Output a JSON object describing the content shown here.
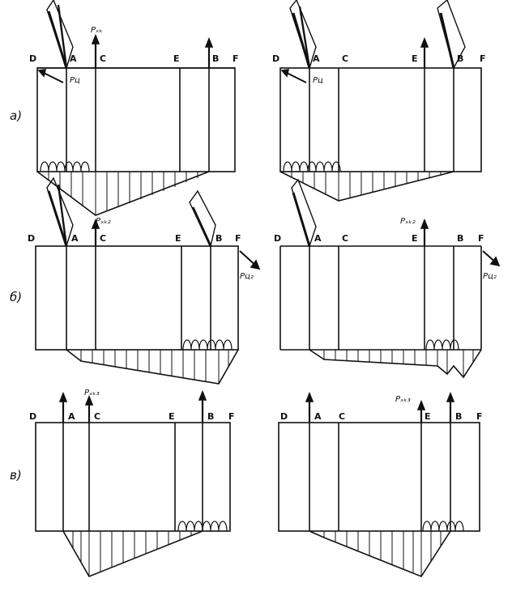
{
  "row_labels": [
    "а)",
    "б)",
    "в)"
  ],
  "point_labels": {
    "D": "D",
    "A": "A",
    "C": "C",
    "E": "E",
    "B": "B",
    "F": "F"
  },
  "force_labels": {
    "a_left_top": "Pₓₖ",
    "a_left_side": "Pц",
    "a_right_side": "Pц",
    "b_left_top": "Pₓₖ₂",
    "b_left_side": "Pц₂",
    "b_right_top": "Pₓₖ₂",
    "b_right_side": "Pц₂",
    "v_left_top": "Pₓₖ₃",
    "v_right_top": "Pₓₖ₃"
  },
  "colors": {
    "ink": "#111111",
    "paper": "#ffffff"
  }
}
